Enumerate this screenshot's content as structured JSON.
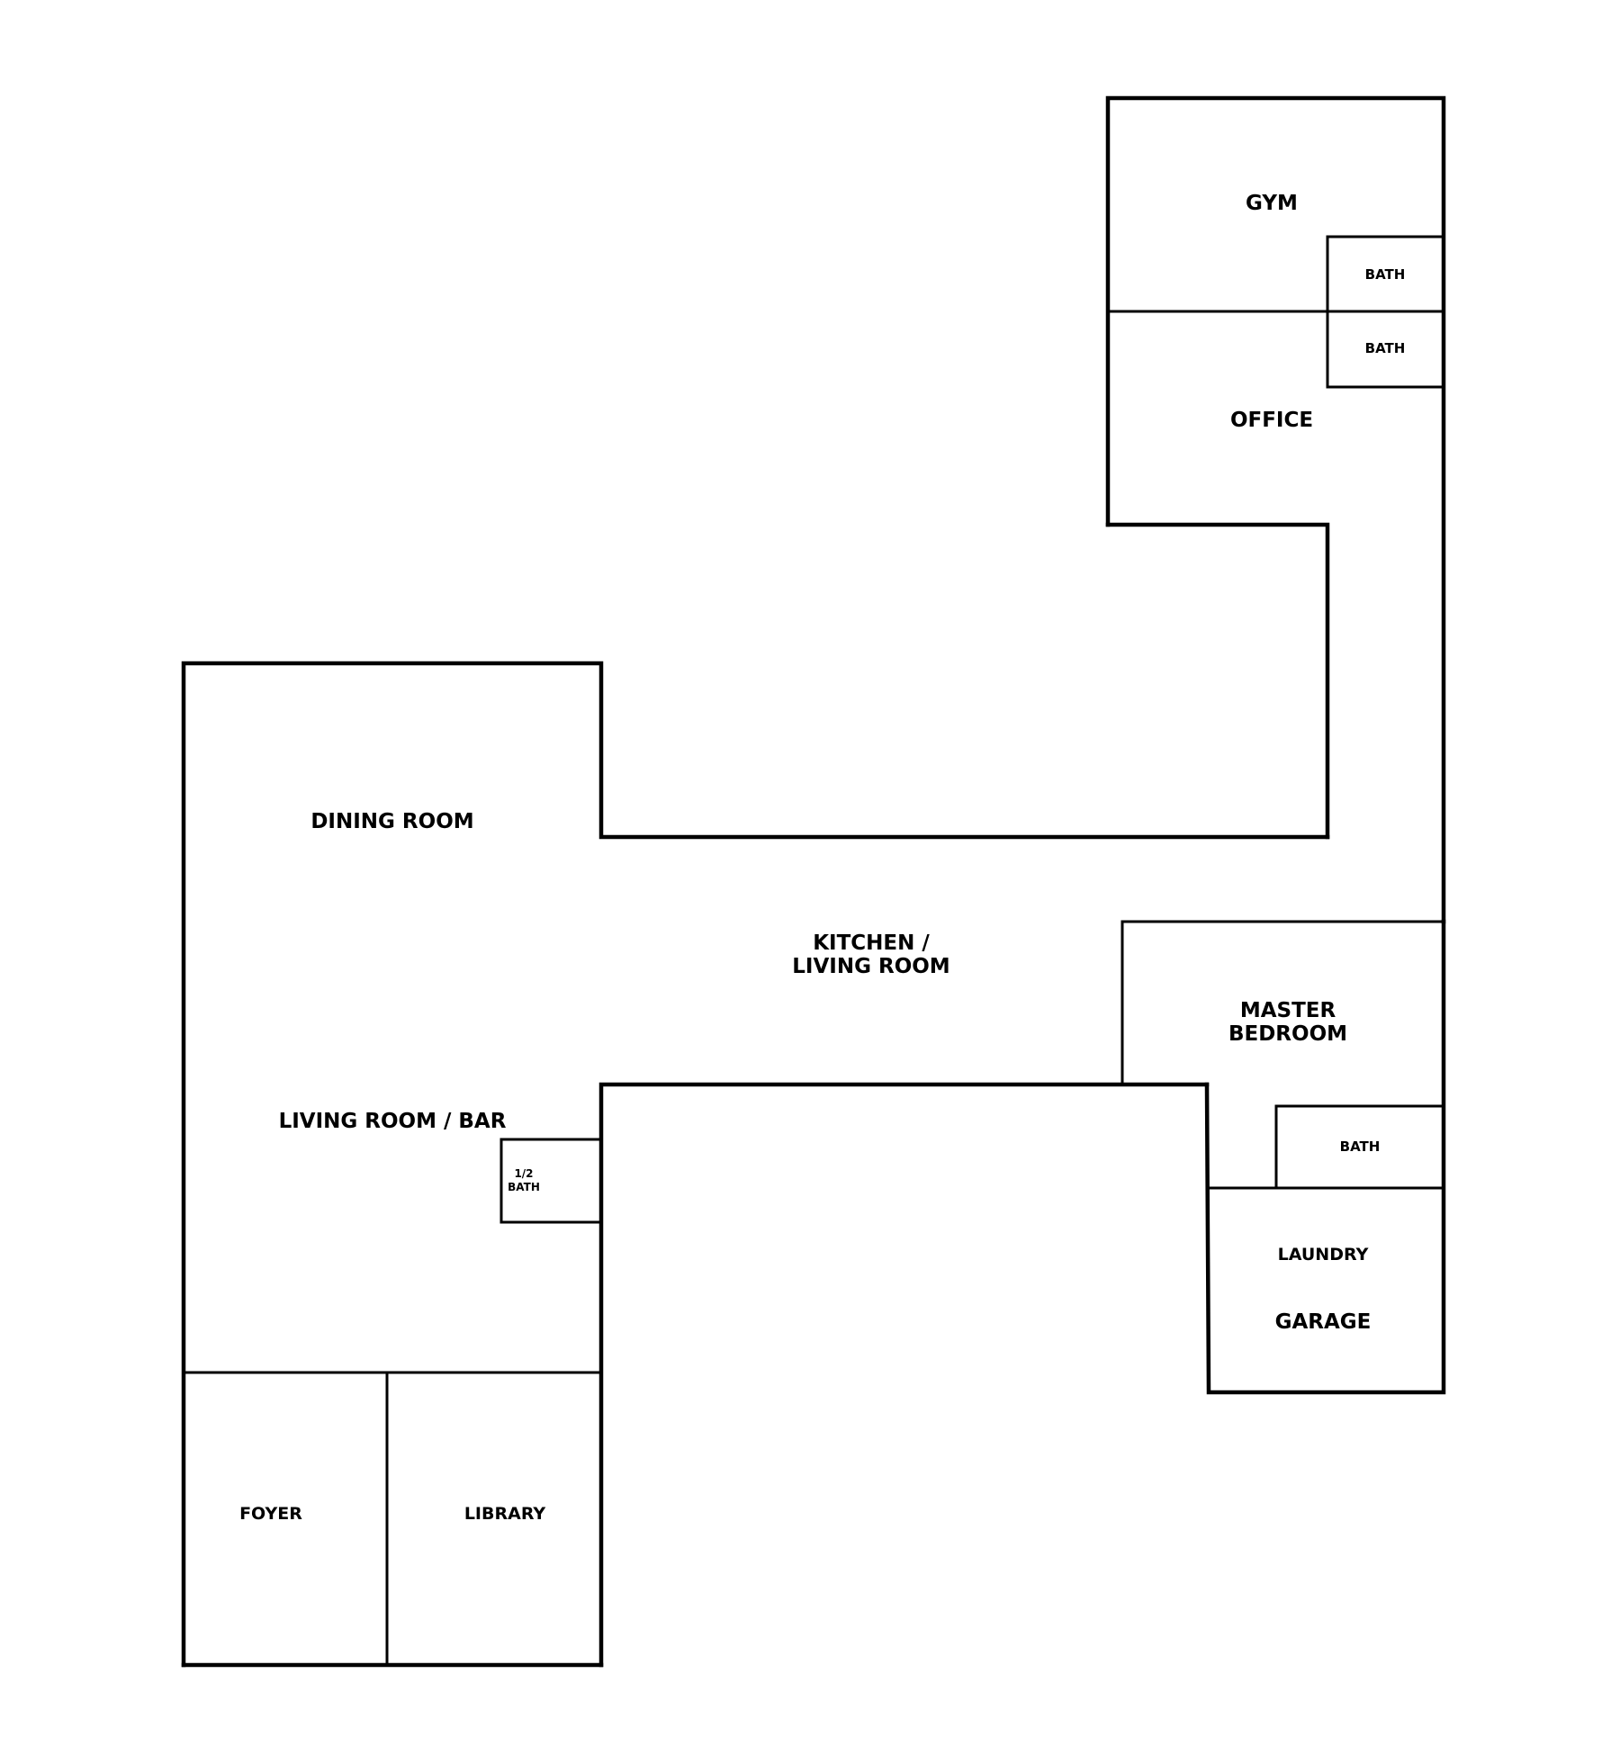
{
  "rooms": {
    "gym": "GYM",
    "bath_gym": "BATH",
    "bath_office": "BATH",
    "office": "OFFICE",
    "dining": "DINING ROOM",
    "kitchen_line1": "KITCHEN /",
    "kitchen_line2": "LIVING ROOM",
    "master_line1": "MASTER",
    "master_line2": "BEDROOM",
    "living_bar": "LIVING ROOM / BAR",
    "half_bath_line1": "1/2",
    "half_bath_line2": "BATH",
    "bath_master": "BATH",
    "laundry": "LAUNDRY",
    "garage": "GARAGE",
    "foyer": "FOYER",
    "library": "LIBRARY"
  }
}
